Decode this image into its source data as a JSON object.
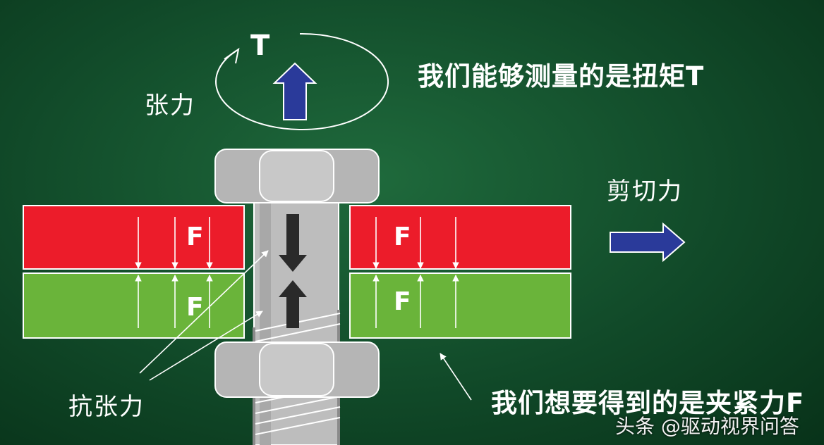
{
  "labels": {
    "torque_symbol": "T",
    "tension": "张力",
    "measurable": "我们能够测量的是扭矩T",
    "shear": "剪切力",
    "resist_tension": "抗张力",
    "want": "我们想要得到的是夹紧力F",
    "force_left_top": "F",
    "force_left_bottom": "F",
    "force_right_top": "F",
    "force_right_bottom": "F"
  },
  "watermark": "头条 @驱动视界问答",
  "colors": {
    "background": "#114a29",
    "red_plate": "#ec1c2a",
    "green_plate": "#6ab43a",
    "bolt": "#bdbdbd",
    "bolt_dark": "#9a9a9a",
    "arrow_blue": "#2a3a9a",
    "arrow_dark": "#2a2a2a",
    "line_white": "#ffffff"
  }
}
